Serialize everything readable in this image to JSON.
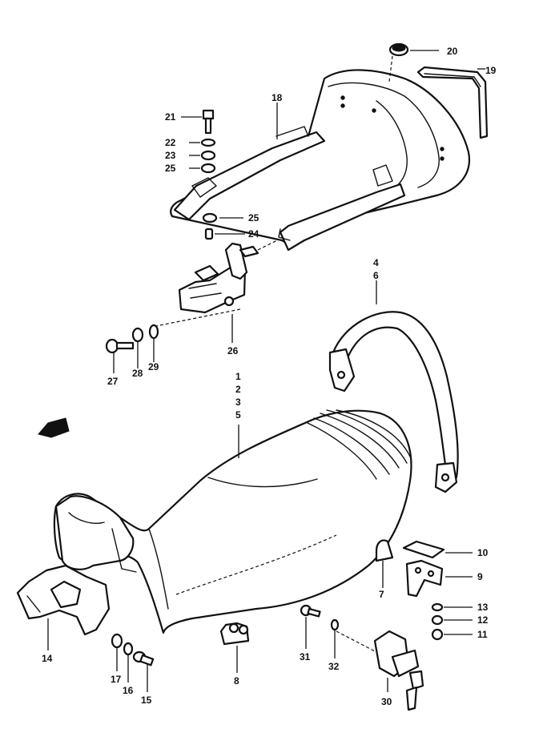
{
  "diagram": {
    "type": "exploded-parts-diagram",
    "callouts": {
      "c1": "1",
      "c2": "2",
      "c3": "3",
      "c5": "5",
      "c4": "4",
      "c6": "6",
      "c7": "7",
      "c8": "8",
      "c9": "9",
      "c10": "10",
      "c11": "11",
      "c12": "12",
      "c13": "13",
      "c14": "14",
      "c15": "15",
      "c16": "16",
      "c17": "17",
      "c18": "18",
      "c19": "19",
      "c20": "20",
      "c21": "21",
      "c22": "22",
      "c23": "23",
      "c24": "24",
      "c25a": "25",
      "c25b": "25",
      "c26": "26",
      "c27": "27",
      "c28": "28",
      "c29": "29",
      "c30": "30",
      "c31": "31",
      "c32": "32"
    }
  }
}
